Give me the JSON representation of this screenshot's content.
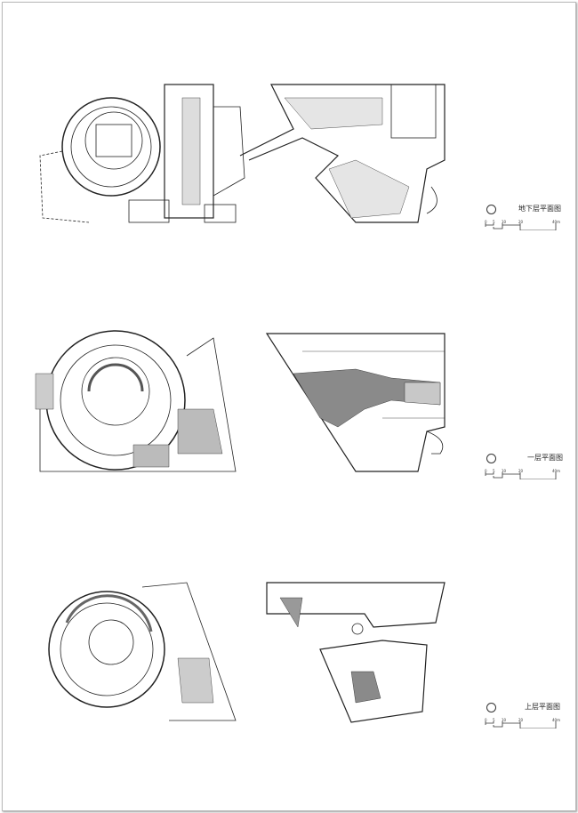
{
  "plans": [
    {
      "title": "地下层平面图"
    },
    {
      "title": "一层平面图"
    },
    {
      "title": "上层平面图"
    }
  ],
  "scale_labels": [
    "0",
    "5",
    "10",
    "20",
    "40m"
  ],
  "colors": {
    "line": "#222222",
    "fill_gray": "#8a8a8a",
    "light_gray": "#c8c8c8"
  }
}
